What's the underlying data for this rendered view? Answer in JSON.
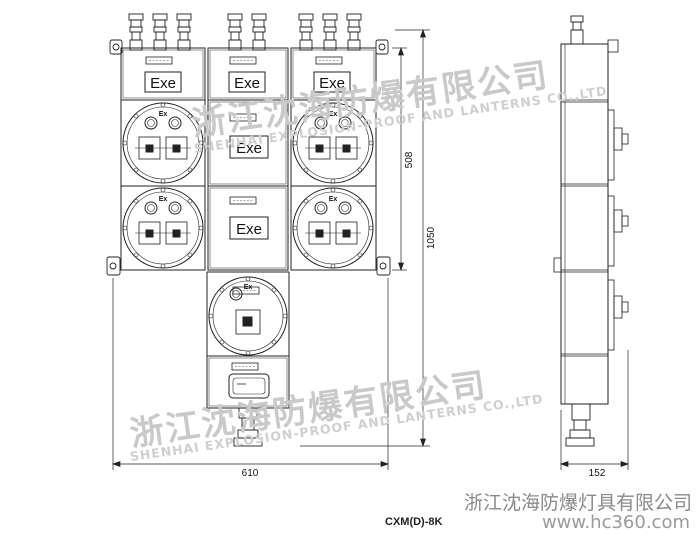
{
  "labels": {
    "exe": "Exe",
    "ex": "Ex"
  },
  "dimensions": {
    "height_total": "1050",
    "height_upper": "508",
    "width_front": "610",
    "width_side": "152"
  },
  "model": "CXM(D)-8K",
  "watermark": {
    "company_cn": "浙江沈海防爆有限公司",
    "company_en": "SHENHAI EXPLOSION-PROOF AND LANTERNS CO.,LTD"
  },
  "footer": {
    "company_cn": "浙江沈海防爆灯具有限公司",
    "url": "www.hc360.com"
  }
}
